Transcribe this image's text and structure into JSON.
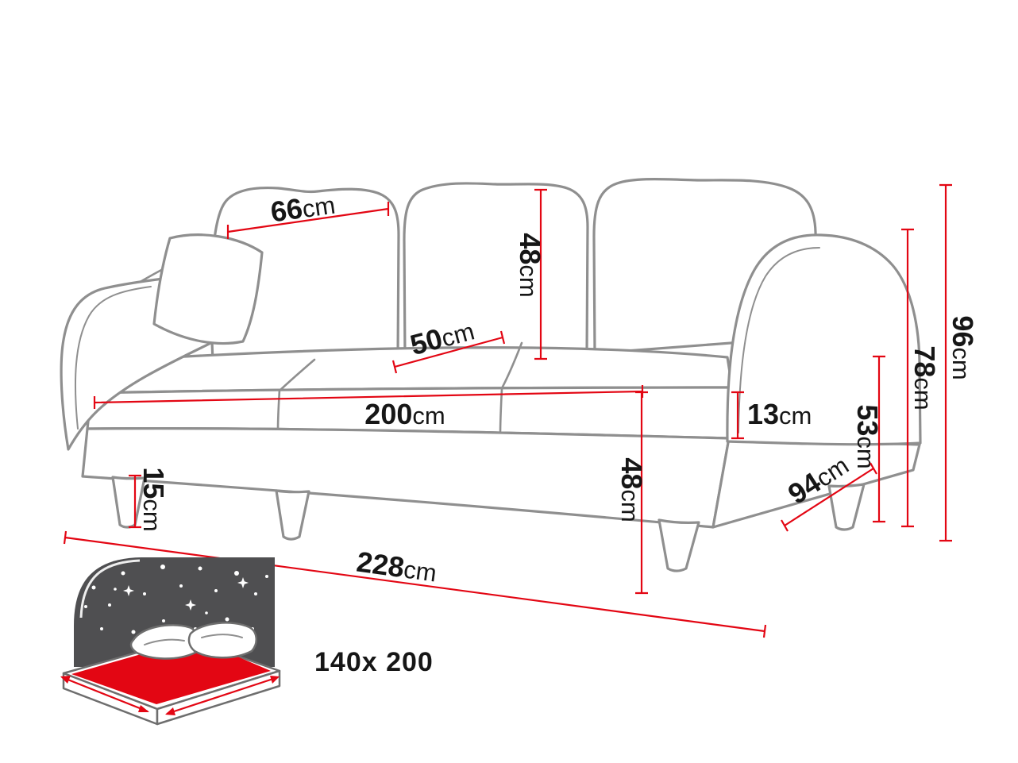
{
  "diagram": {
    "type": "sofa-bed-dimension-diagram",
    "unit": "cm",
    "labels": {
      "back_cushion_width": {
        "value": "66",
        "unit": "cm"
      },
      "backrest_cushion_height": {
        "value": "48",
        "unit": "cm"
      },
      "seat_depth": {
        "value": "50",
        "unit": "cm"
      },
      "seat_width": {
        "value": "200",
        "unit": "cm"
      },
      "seat_cushion_thickness": {
        "value": "13",
        "unit": "cm"
      },
      "armrest_height": {
        "value": "53",
        "unit": "cm"
      },
      "backrest_height": {
        "value": "78",
        "unit": "cm"
      },
      "total_height": {
        "value": "96",
        "unit": "cm"
      },
      "seat_height": {
        "value": "48",
        "unit": "cm"
      },
      "leg_height": {
        "value": "15",
        "unit": "cm"
      },
      "total_depth": {
        "value": "94",
        "unit": "cm"
      },
      "total_width": {
        "value": "228",
        "unit": "cm"
      }
    },
    "bed": {
      "size_label": "140x 200"
    },
    "colors": {
      "dimension_red": "#e30613",
      "outline_gray": "#8f8f8f",
      "headboard_gray": "#4f4f51"
    }
  }
}
